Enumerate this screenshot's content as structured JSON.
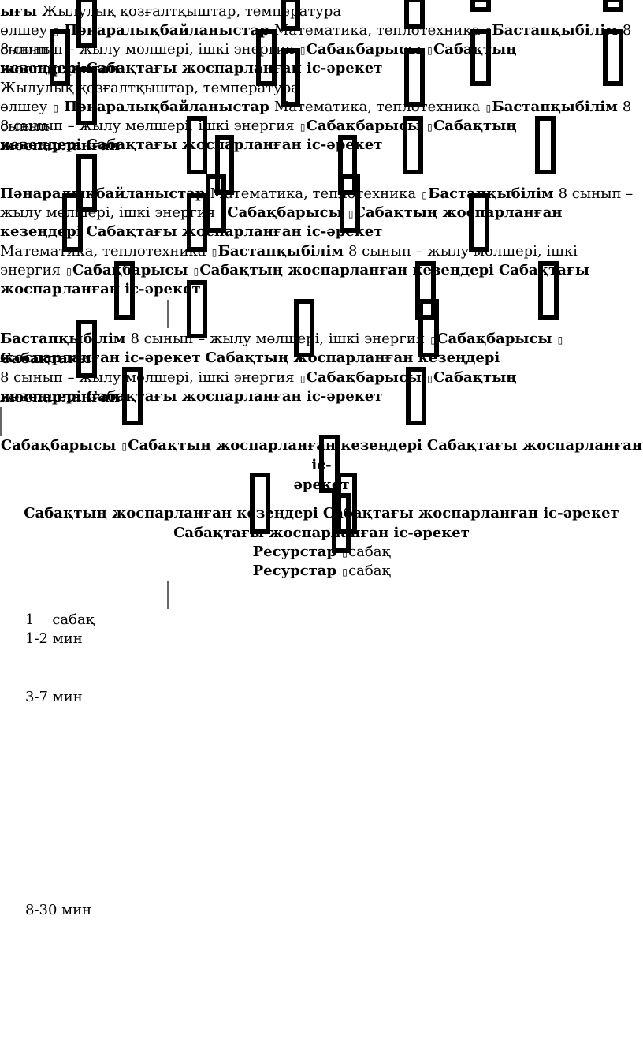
{
  "fragments": {
    "f1": "ығы",
    "f2": "Жылулық қозғалтқыштар, температура",
    "f3": "өлшеу",
    "f4": "Пәнаралықбайланыстар",
    "f5": "Математика, теплотехника",
    "f6": "Бастапқыбілім",
    "f7": "8 сынып – жылу мөлшері, ішкі энергия",
    "f8": "Сабақбарысы",
    "f9": "Сабақтың жоспарланған кезеңдері",
    "f10": "Сабақтағы жоспарланған іс-әрекет",
    "f11": "Сабақтың жоспарланған",
    "f12": "кезеңдері",
    "f13": "Сабақтағы",
    "f14": "жоспарланған іс-әрекет",
    "f15": "Сабақтағы жоспарланған іс-",
    "f16": "әрекет",
    "f17": "8 сынып",
    "f18": "–",
    "f19": "жылу мөлшері, ішкі",
    "f20": "энергия",
    "f21": "Ресурстар",
    "f22": "сабақ"
  },
  "glyph": "▯",
  "dash": "–",
  "times": [
    "1    сабақ",
    "1-2 мин",
    "3-7 мин",
    "8-30 мин"
  ]
}
